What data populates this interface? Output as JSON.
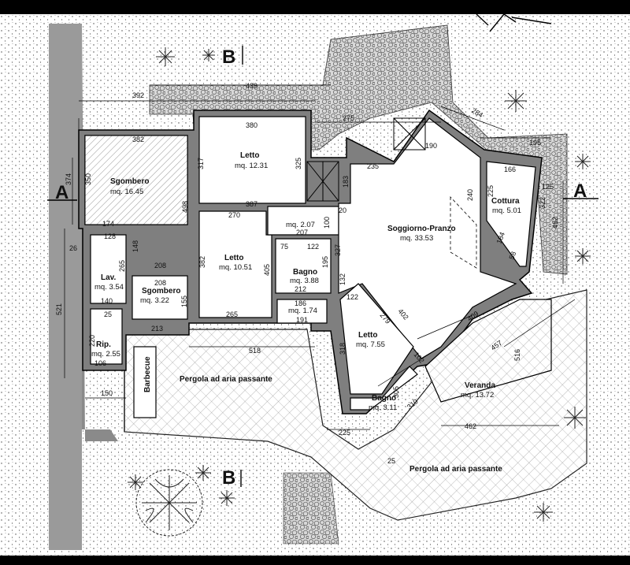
{
  "rooms": {
    "letto1": {
      "name": "Letto",
      "area": "mq. 12.31"
    },
    "letto2": {
      "name": "Letto",
      "area": "mq. 10.51"
    },
    "letto3": {
      "name": "Letto",
      "area": "mq. 7.55"
    },
    "sgombero1": {
      "name": "Sgombero",
      "area": "mq. 16.45"
    },
    "sgombero2": {
      "name": "Sgombero",
      "area": "mq. 3.22"
    },
    "soggiorno": {
      "name": "Soggiorno-Pranzo",
      "area": "mq. 33.53"
    },
    "cottura": {
      "name": "Cottura",
      "area": "mq. 5.01"
    },
    "bagno1": {
      "name": "Bagno",
      "area": "mq. 3.88"
    },
    "bagno2": {
      "name": "Bagno",
      "area": "mq. 3.11"
    },
    "lav": {
      "name": "Lav.",
      "area": "mq. 3.54"
    },
    "rip": {
      "name": "Rip.",
      "area": "mq. 2.55"
    },
    "veranda": {
      "name": "Veranda",
      "area": "mq. 13.72"
    },
    "disimpegno": {
      "area": "mq. 2.07"
    },
    "wc": {
      "area": "mq. 1.74"
    }
  },
  "labels": {
    "pergola1": "Pergola ad aria passante",
    "pergola2": "Pergola ad aria passante",
    "barbecue": "Barbecue"
  },
  "sections": {
    "a_left": "A",
    "a_right": "A",
    "b_top": "B",
    "b_bottom": "B"
  },
  "dims": {
    "d439": "439",
    "d392": "392",
    "d380": "380",
    "d382": "382",
    "d317": "317",
    "d325": "325",
    "d387": "387",
    "d270": "270",
    "d498": "498",
    "d350": "350",
    "d374": "374",
    "d174": "174",
    "d128": "128",
    "d148": "148",
    "d26": "26",
    "d208a": "208",
    "d208b": "208",
    "d265": "265",
    "d140": "140",
    "d25": "25",
    "d155": "155",
    "d213": "213",
    "d265b": "265",
    "d405": "405",
    "d382b": "382",
    "d521": "521",
    "d220": "220",
    "d106": "106",
    "d150": "150",
    "d518": "518",
    "d275": "275",
    "d235": "235",
    "d183": "183",
    "d20": "20",
    "d207": "207",
    "d100": "100",
    "d75": "75",
    "d122a": "122",
    "d327": "327",
    "d195": "195",
    "d212": "212",
    "d186": "186",
    "d191": "191",
    "d132": "132",
    "d122b": "122",
    "d279": "279",
    "d402": "402",
    "d318": "318",
    "d305": "305",
    "d102": "102",
    "d310": "310",
    "d409": "409",
    "d457": "457",
    "d516": "516",
    "d462a": "462",
    "d462b": "462",
    "d322": "322",
    "d166": "166",
    "d195b": "195",
    "d284": "284",
    "d190": "190",
    "d240": "240",
    "d225a": "225",
    "d184": "184",
    "d58": "58",
    "d125": "125",
    "d225b": "225",
    "d25b": "25"
  },
  "colors": {
    "wall": "#7f7f7f",
    "line": "#000000",
    "strip": "#9a9a9a"
  }
}
